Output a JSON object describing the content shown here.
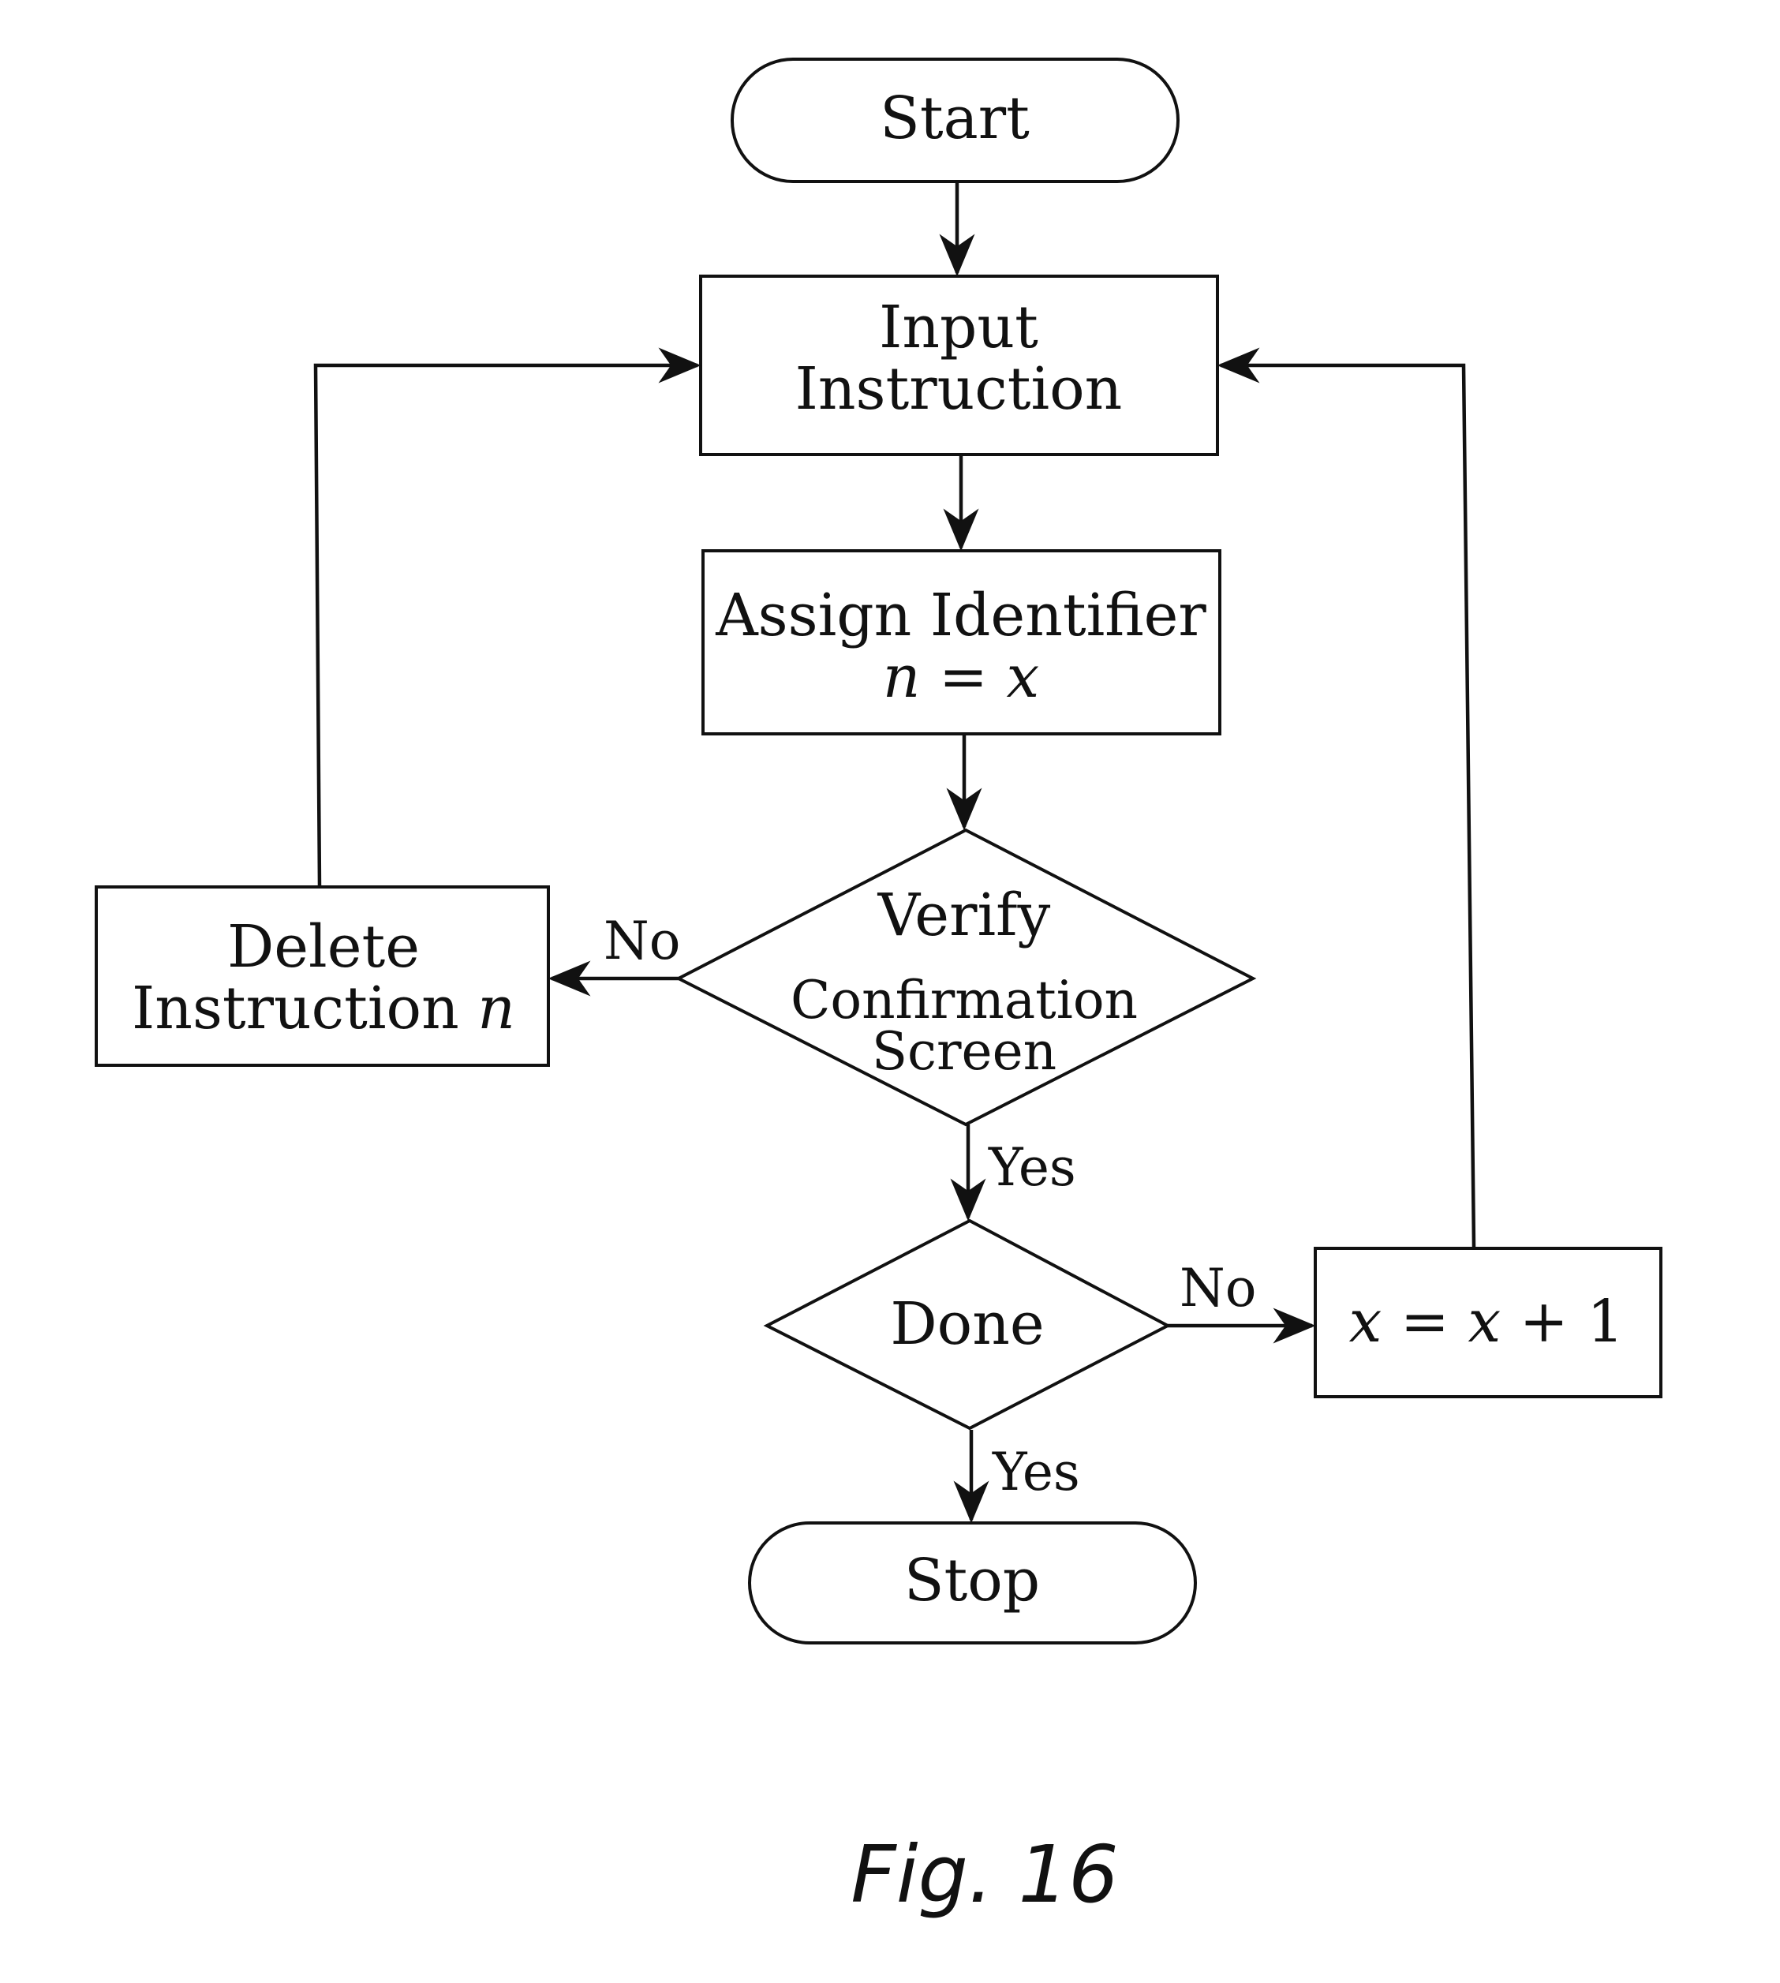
{
  "nodes": {
    "start": {
      "label": "Start"
    },
    "input_instruction": {
      "line1": "Input",
      "line2": "Instruction"
    },
    "assign_identifier": {
      "line1": "Assign Identifier",
      "line2_var_n": "n",
      "line2_eq": " = ",
      "line2_var_x": "x"
    },
    "verify": {
      "line1": "Verify",
      "line2": "Confirmation",
      "line3": "Screen"
    },
    "delete_instruction": {
      "line1": "Delete",
      "line2": "Instruction ",
      "line2_var": "n"
    },
    "done": {
      "label": "Done"
    },
    "increment": {
      "var_x1": "x",
      "eq": " = ",
      "var_x2": "x",
      "plus_one": " + 1"
    },
    "stop": {
      "label": "Stop"
    }
  },
  "edges": {
    "verify_no": "No",
    "verify_yes": "Yes",
    "done_no": "No",
    "done_yes": "Yes"
  },
  "caption": "Fig. 16"
}
